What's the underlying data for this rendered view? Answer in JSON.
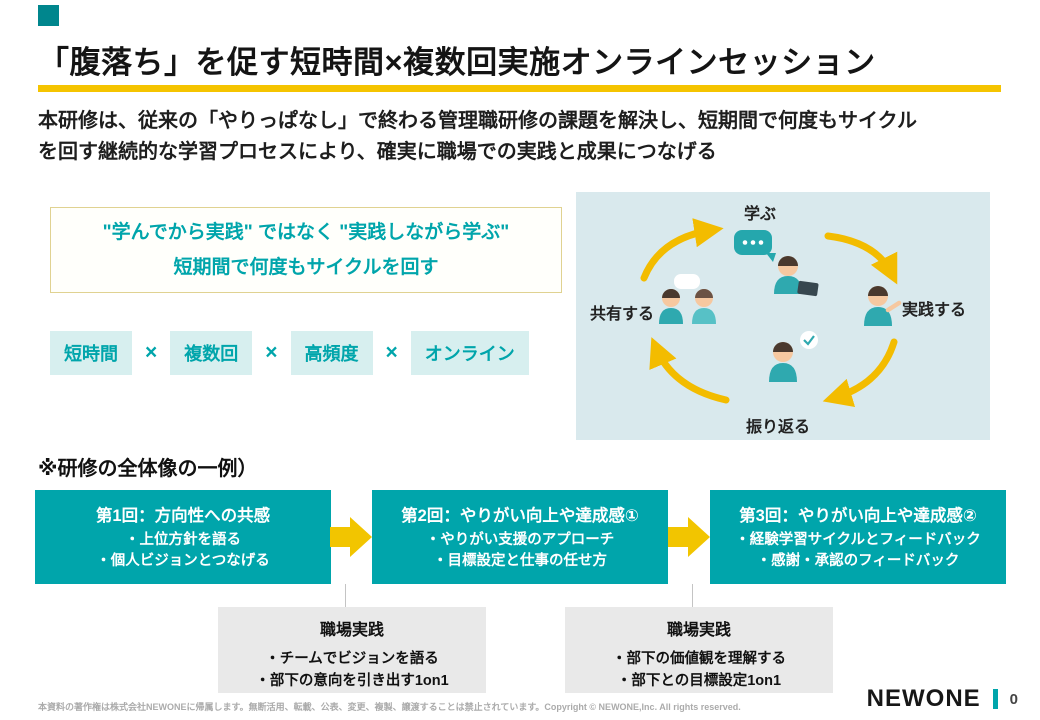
{
  "header": {
    "title": "「腹落ち」を促す短時間×複数回実施オンラインセッション"
  },
  "intro": {
    "line1": "本研修は、従来の「やりっぱなし」で終わる管理職研修の課題を解決し、短期間で何度もサイクル",
    "line2": "を回す継続的な学習プロセスにより、確実に職場での実践と成果につなげる"
  },
  "quote": {
    "line1": "\"学んでから実践\" ではなく \"実践しながら学ぶ\"",
    "line2": "短期間で何度もサイクルを回す"
  },
  "keywords": {
    "separator": "×",
    "items": [
      "短時間",
      "複数回",
      "高頻度",
      "オンライン"
    ]
  },
  "cycle": {
    "top": "学ぶ",
    "right": "実践する",
    "bottom": "振り返る",
    "left": "共有する"
  },
  "overview": {
    "section_label": "※研修の全体像の一例）",
    "steps": [
      {
        "title": "第1回：方向性への共感",
        "bullets": [
          "・上位方針を語る",
          "・個人ビジョンとつなげる"
        ]
      },
      {
        "title": "第2回：やりがい向上や達成感①",
        "bullets": [
          "・やりがい支援のアプローチ",
          "・目標設定と仕事の任せ方"
        ]
      },
      {
        "title": "第3回：やりがい向上や達成感②",
        "bullets": [
          "・経験学習サイクルとフィードバック",
          "・感謝・承認のフィードバック"
        ]
      }
    ],
    "practice": [
      {
        "title": "職場実践",
        "bullets": [
          "・チームでビジョンを語る",
          "・部下の意向を引き出す1on1"
        ]
      },
      {
        "title": "職場実践",
        "bullets": [
          "・部下の価値観を理解する",
          "・部下との目標設定1on1"
        ]
      }
    ]
  },
  "footer": {
    "copyright": "本資料の著作権は株式会社NEWONEに帰属します。無断活用、転載、公表、変更、複製、譲渡することは禁止されています。Copyright © NEWONE,Inc.  All rights reserved.",
    "logo_text": "NEWONE",
    "page_number": "0"
  },
  "colors": {
    "teal": "#00A5AB",
    "yellow": "#F5C400",
    "badge_bg": "#D7EFEF",
    "illustration_bg": "#D9E9ED",
    "gray_box": "#E9E9E9"
  }
}
